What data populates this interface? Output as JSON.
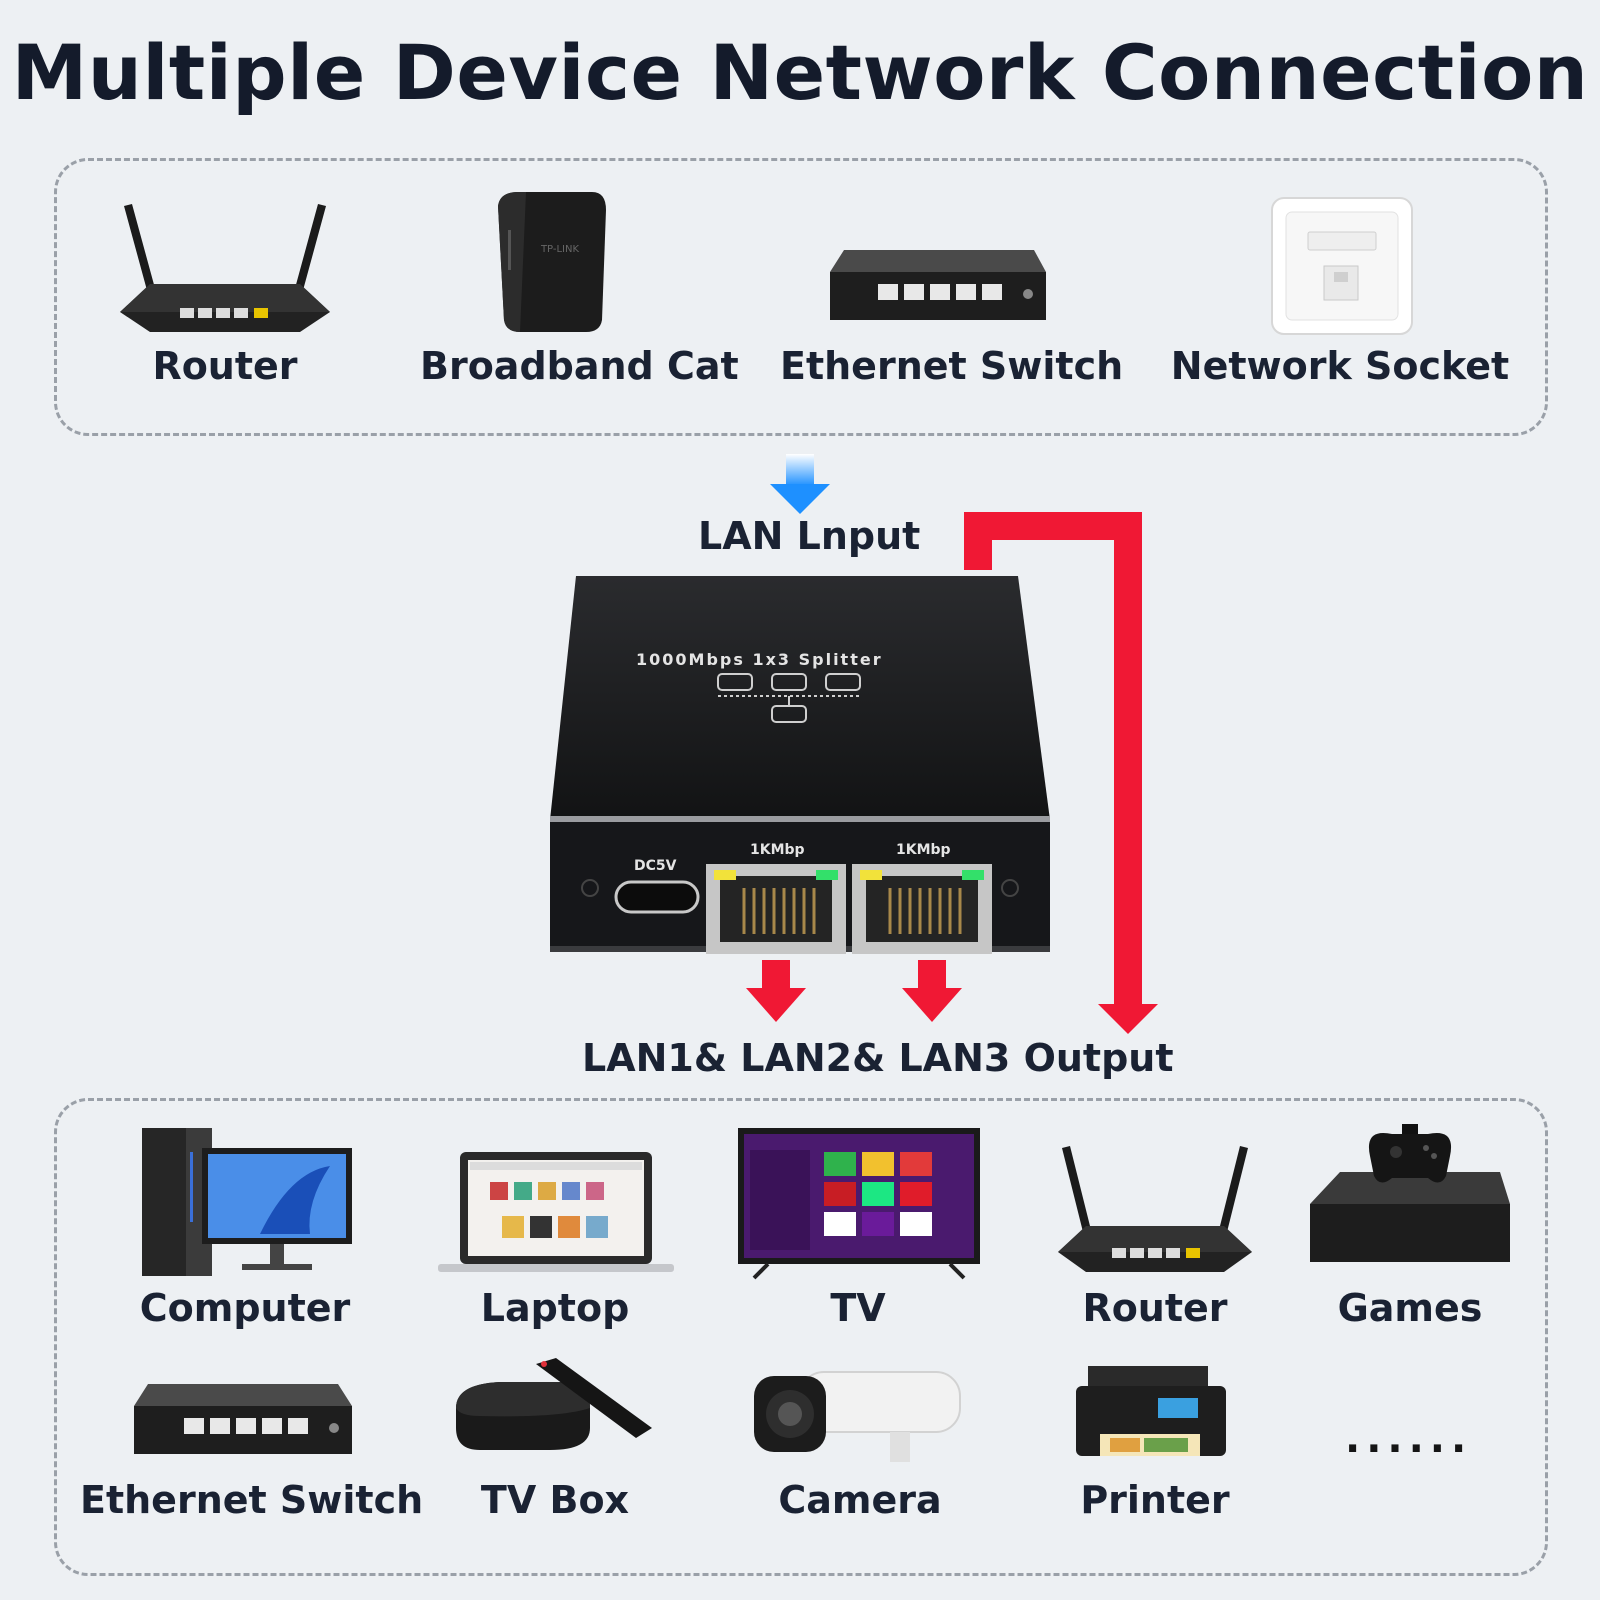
{
  "title": "Multiple Device Network Connection",
  "input_devices": [
    {
      "label": "Router",
      "icon": "router-icon"
    },
    {
      "label": "Broadband Cat",
      "icon": "modem-icon"
    },
    {
      "label": "Ethernet Switch",
      "icon": "ethernet-switch-icon"
    },
    {
      "label": "Network Socket",
      "icon": "network-socket-icon"
    }
  ],
  "splitter": {
    "top_text": "1000Mbps 1x3 Splitter",
    "power_label": "DC5V",
    "port1_label": "1KMbp",
    "port2_label": "1KMbp"
  },
  "input_label": "LAN Lnput",
  "output_label": "LAN1& LAN2& LAN3 Output",
  "output_devices": [
    {
      "label": "Computer",
      "icon": "computer-icon"
    },
    {
      "label": "Laptop",
      "icon": "laptop-icon"
    },
    {
      "label": "TV",
      "icon": "tv-icon"
    },
    {
      "label": "Router",
      "icon": "router-icon"
    },
    {
      "label": "Games",
      "icon": "game-console-icon"
    },
    {
      "label": "Ethernet Switch",
      "icon": "ethernet-switch-icon"
    },
    {
      "label": "TV Box",
      "icon": "tv-box-icon"
    },
    {
      "label": "Camera",
      "icon": "camera-icon"
    },
    {
      "label": "Printer",
      "icon": "printer-icon"
    }
  ],
  "more_indicator": "......",
  "colors": {
    "input_arrow": "#1e90ff",
    "output_arrow": "#f01834",
    "splitter_body": "#1b1c1e",
    "background": "#edf0f3"
  }
}
